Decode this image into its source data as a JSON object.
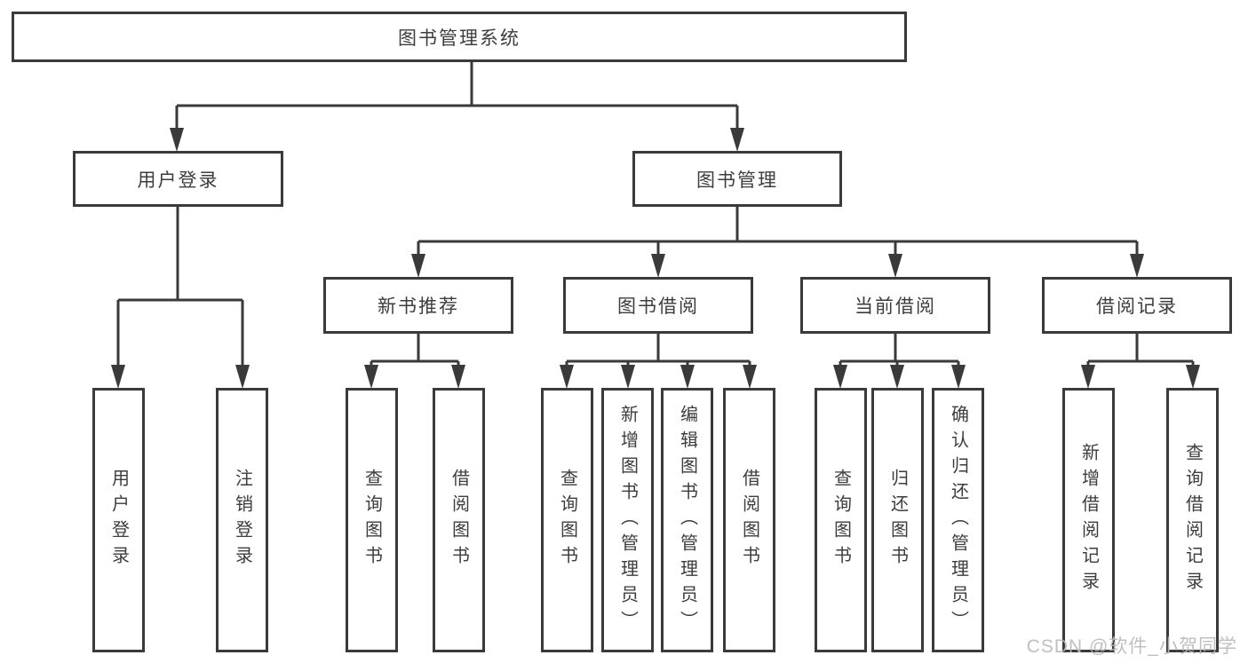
{
  "colors": {
    "line": "#3a3a3a",
    "text": "#3d3d3d",
    "box-bg": "#ffffff",
    "page-bg": "#ffffff",
    "watermark": "#b9b9b9"
  },
  "diagram": {
    "root": {
      "label": "图书管理系统"
    },
    "groups": [
      {
        "parent": {
          "label": "用户登录"
        },
        "leaves": [
          {
            "label": "用户登录"
          },
          {
            "label": "注销登录"
          }
        ]
      },
      {
        "parent": {
          "label": "图书管理"
        },
        "sections": [
          {
            "parent": {
              "label": "新书推荐"
            },
            "leaves": [
              {
                "label": "查询图书"
              },
              {
                "label": "借阅图书"
              }
            ]
          },
          {
            "parent": {
              "label": "图书借阅"
            },
            "leaves": [
              {
                "label": "查询图书"
              },
              {
                "label": "新增图书（管理员）"
              },
              {
                "label": "编辑图书（管理员）"
              },
              {
                "label": "借阅图书"
              }
            ]
          },
          {
            "parent": {
              "label": "当前借阅"
            },
            "leaves": [
              {
                "label": "查询图书"
              },
              {
                "label": "归还图书"
              },
              {
                "label": "确认归还（管理员）"
              }
            ]
          },
          {
            "parent": {
              "label": "借阅记录"
            },
            "leaves": [
              {
                "label": "新增借阅记录"
              },
              {
                "label": "查询借阅记录"
              }
            ]
          }
        ]
      }
    ]
  },
  "watermark": {
    "text": "CSDN @软件_小贺同学"
  }
}
